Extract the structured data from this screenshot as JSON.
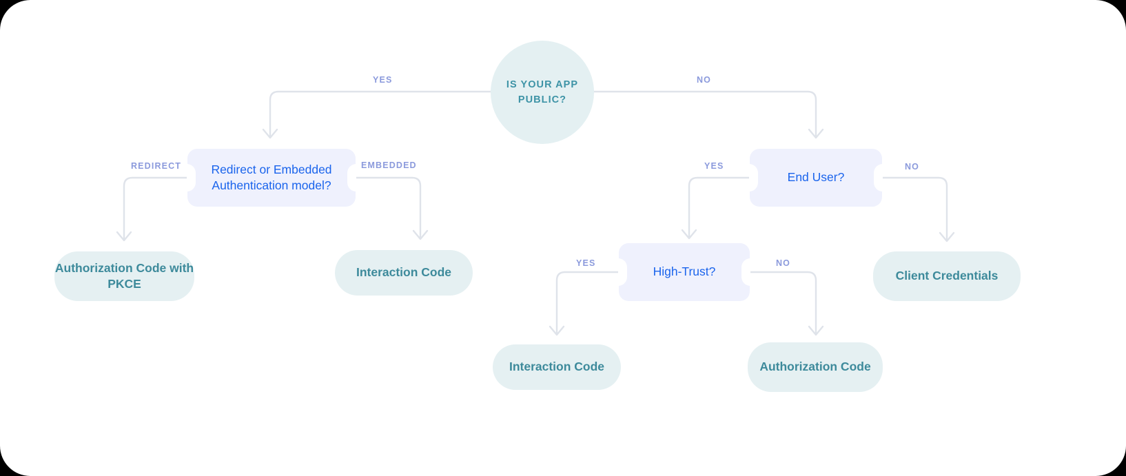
{
  "diagram": {
    "title": "OAuth grant type decision flowchart",
    "colors": {
      "canvas": "#ffffff",
      "circle_fill": "#e4f0f2",
      "circle_text": "#3d93a6",
      "decision_fill": "#eff1fd",
      "decision_text": "#1a64ec",
      "terminal_fill": "#e5f0f2",
      "terminal_text": "#3d8a9b",
      "edge_label": "#8b9adc",
      "connector": "#dfe3ea"
    },
    "nodes": [
      {
        "id": "root",
        "kind": "circle",
        "label": "IS YOUR APP PUBLIC?"
      },
      {
        "id": "authmodel",
        "kind": "decision",
        "label": "Redirect or Embedded Authentication model?"
      },
      {
        "id": "enduser",
        "kind": "decision",
        "label": "End User?"
      },
      {
        "id": "hightrust",
        "kind": "decision",
        "label": "High-Trust?"
      },
      {
        "id": "pkce",
        "kind": "terminal",
        "label": "Authorization Code with PKCE"
      },
      {
        "id": "interaction1",
        "kind": "terminal",
        "label": "Interaction Code"
      },
      {
        "id": "interaction2",
        "kind": "terminal",
        "label": "Interaction Code"
      },
      {
        "id": "authcode",
        "kind": "terminal",
        "label": "Authorization Code"
      },
      {
        "id": "clientcreds",
        "kind": "terminal",
        "label": "Client Credentials"
      }
    ],
    "edges": [
      {
        "from": "root",
        "to": "authmodel",
        "label": "YES"
      },
      {
        "from": "root",
        "to": "enduser",
        "label": "NO"
      },
      {
        "from": "authmodel",
        "to": "pkce",
        "label": "REDIRECT"
      },
      {
        "from": "authmodel",
        "to": "interaction1",
        "label": "EMBEDDED"
      },
      {
        "from": "enduser",
        "to": "hightrust",
        "label": "YES"
      },
      {
        "from": "enduser",
        "to": "clientcreds",
        "label": "NO"
      },
      {
        "from": "hightrust",
        "to": "interaction2",
        "label": "YES"
      },
      {
        "from": "hightrust",
        "to": "authcode",
        "label": "NO"
      }
    ]
  }
}
